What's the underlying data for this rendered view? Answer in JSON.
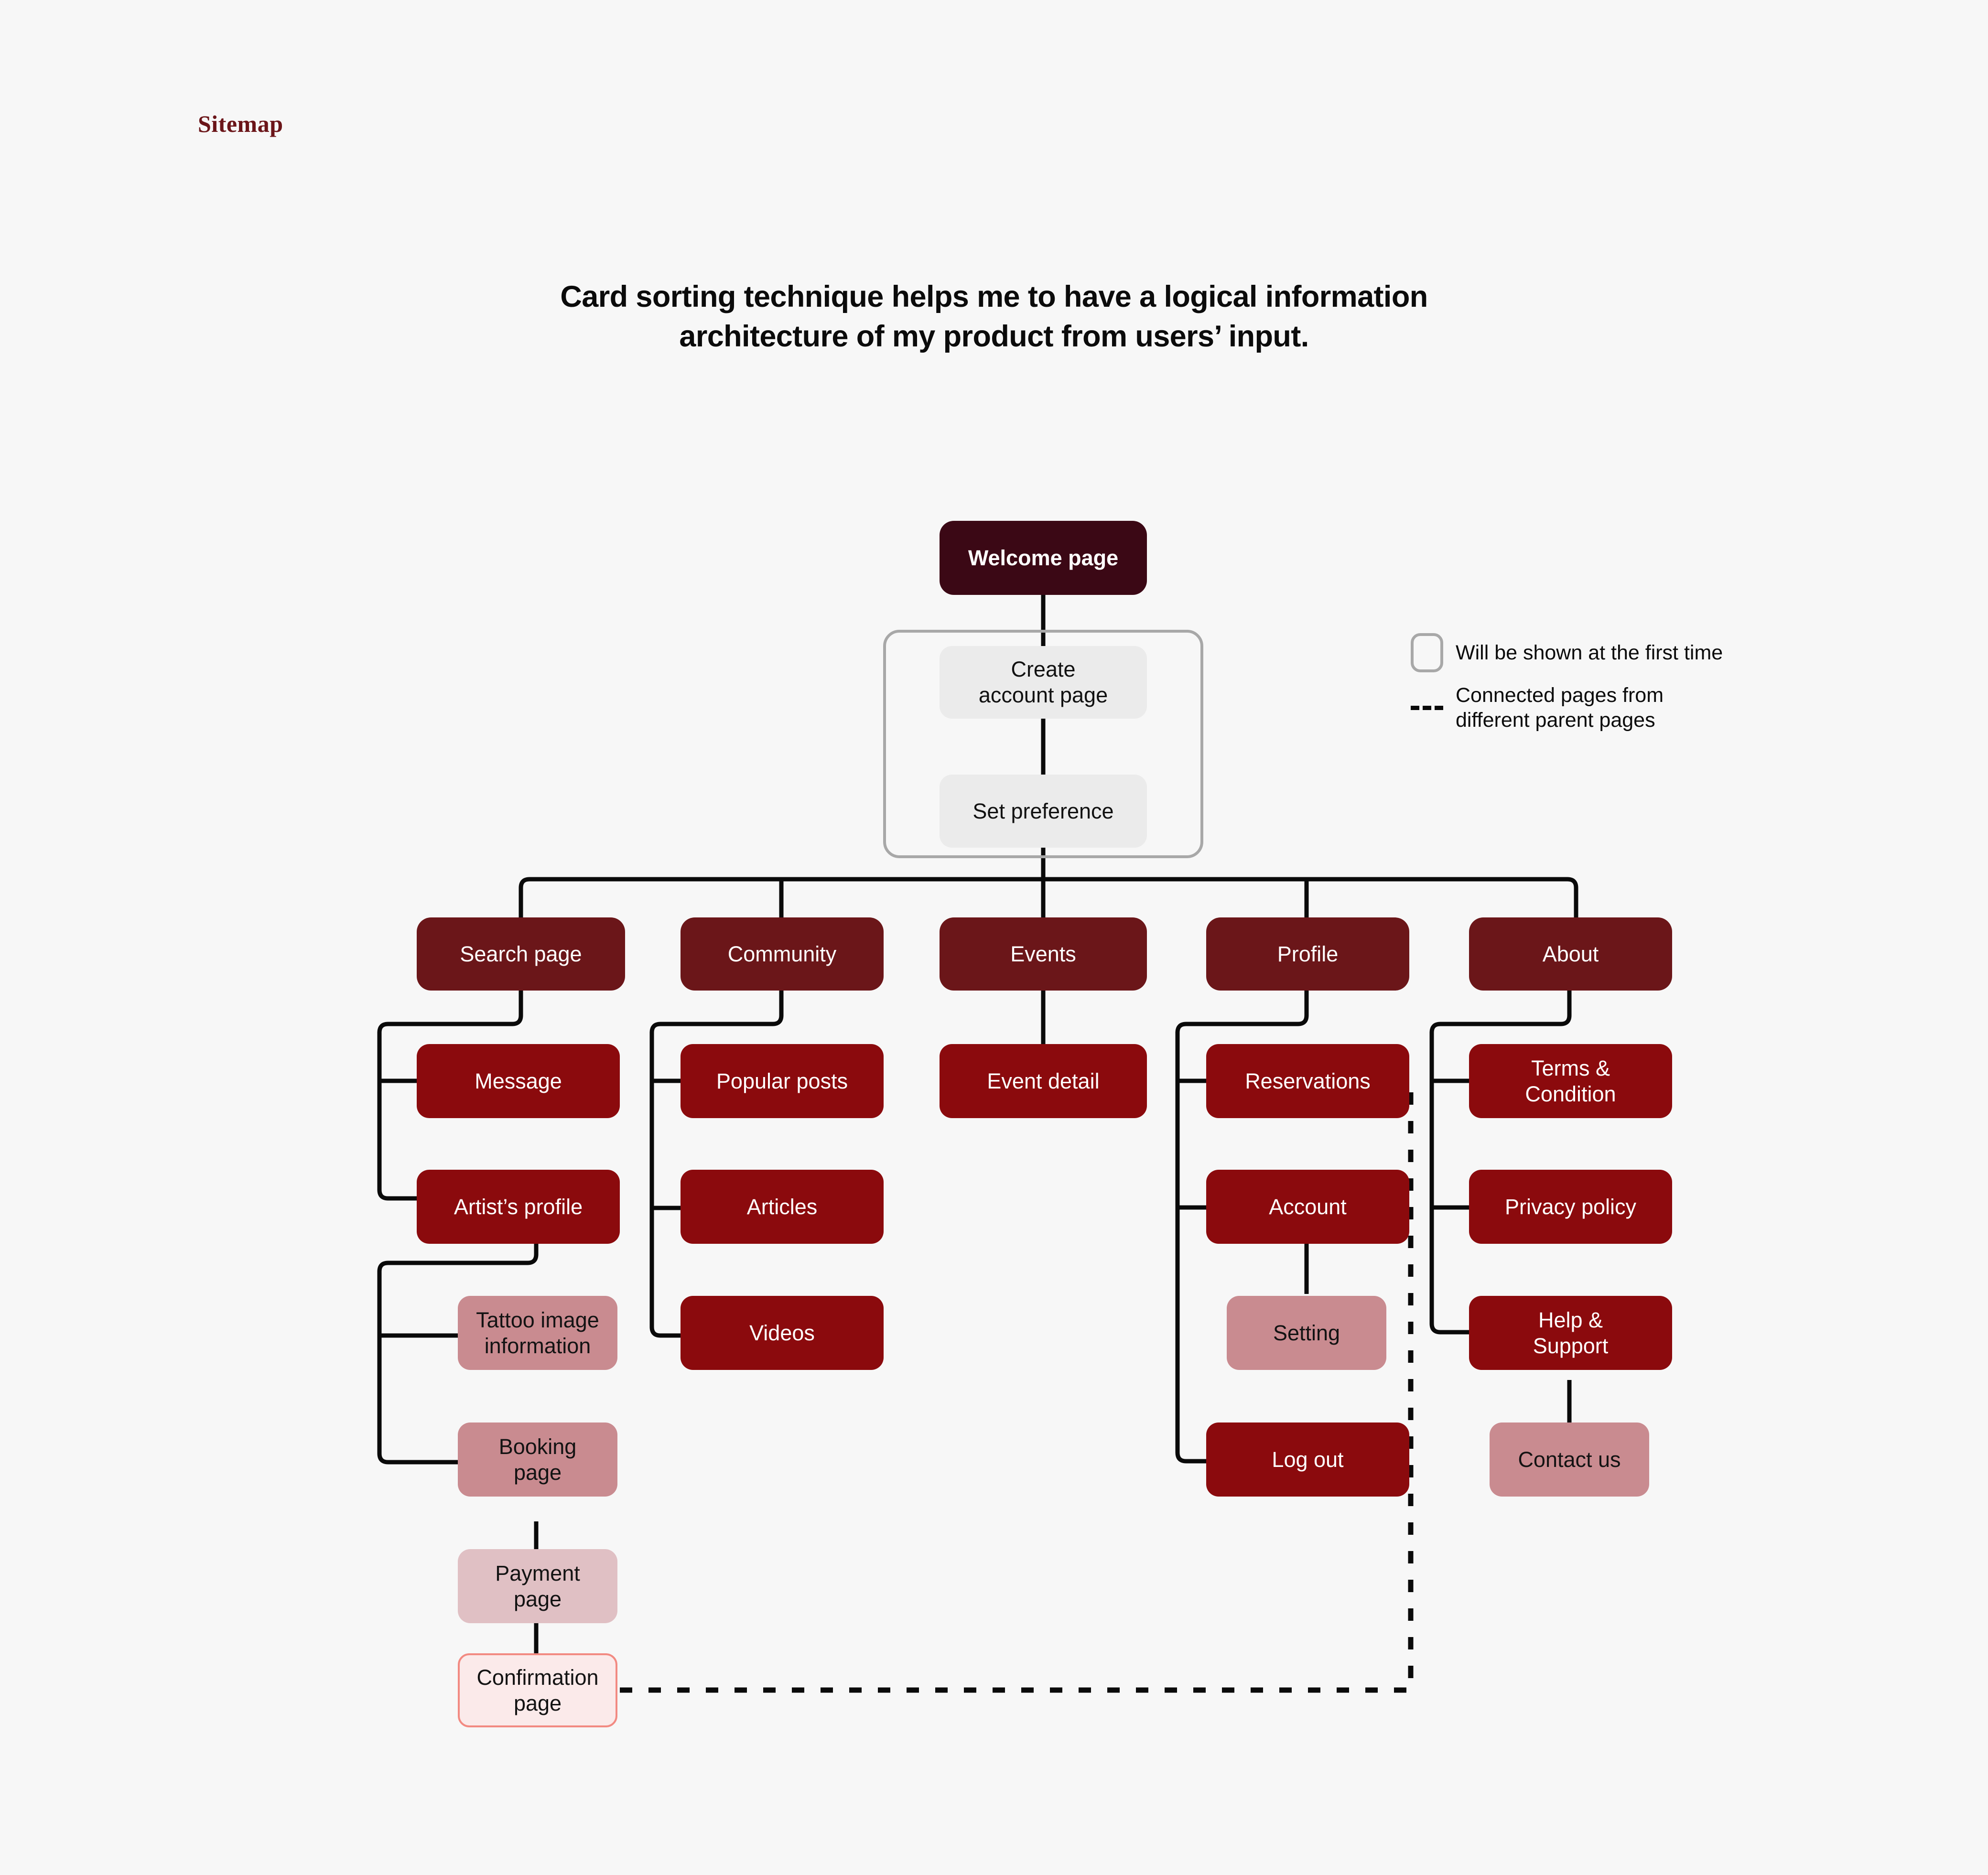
{
  "page": {
    "title": "Sitemap",
    "headline": "Card sorting technique helps me to have a logical information architecture of my product from users’ input.",
    "background_color": "#F7F7F7"
  },
  "colors": {
    "title_red": "#6B1519",
    "root_node": "#3B0815",
    "level1_node": "#6B1619",
    "level2_node": "#8B0A0D",
    "neutral_node": "#EBEBEB",
    "rose_node": "#C98B90",
    "pink_node": "#E0C0C4",
    "faint_node_fill": "#FBEAEA",
    "faint_node_border": "#F28A82",
    "group_border": "#A8A8A8",
    "edge": "#0A0A0A"
  },
  "legend": {
    "items": [
      {
        "swatch": "rounded-rect-outline",
        "label": "Will be shown at the first time"
      },
      {
        "swatch": "dashed-line",
        "label": "Connected pages from\ndifferent parent pages"
      }
    ]
  },
  "nodes": {
    "root": {
      "label": "Welcome page"
    },
    "onboarding": [
      {
        "label": "Create\naccount page"
      },
      {
        "label": "Set preference"
      }
    ],
    "level1": [
      {
        "label": "Search page"
      },
      {
        "label": "Community"
      },
      {
        "label": "Events"
      },
      {
        "label": "Profile"
      },
      {
        "label": "About"
      }
    ],
    "search_children": [
      {
        "label": "Message"
      },
      {
        "label": "Artist’s profile"
      }
    ],
    "artist_children": [
      {
        "label": "Tattoo image\ninformation"
      },
      {
        "label": "Booking\npage"
      }
    ],
    "booking_chain": [
      {
        "label": "Payment\npage"
      },
      {
        "label": "Confirmation\npage"
      }
    ],
    "community_children": [
      {
        "label": "Popular posts"
      },
      {
        "label": "Articles"
      },
      {
        "label": "Videos"
      }
    ],
    "events_children": [
      {
        "label": "Event detail"
      }
    ],
    "profile_children": [
      {
        "label": "Reservations"
      },
      {
        "label": "Account"
      },
      {
        "label": "Log out"
      }
    ],
    "account_children": [
      {
        "label": "Setting"
      }
    ],
    "about_children": [
      {
        "label": "Terms &\nCondition"
      },
      {
        "label": "Privacy policy"
      },
      {
        "label": "Help &\nSupport"
      }
    ],
    "help_children": [
      {
        "label": "Contact us"
      }
    ]
  }
}
